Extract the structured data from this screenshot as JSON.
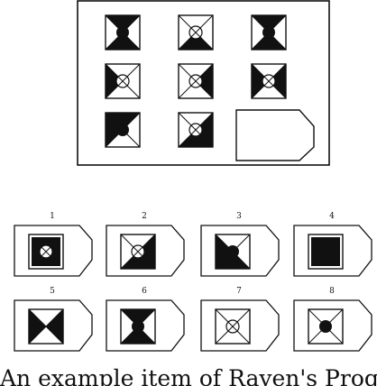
{
  "matrix": {
    "cells": [
      {
        "id": "r1c1",
        "pattern": "vertical-dark-triangles",
        "dot": "solid"
      },
      {
        "id": "r1c2",
        "pattern": "lower-dark-triangle",
        "dot": "ring"
      },
      {
        "id": "r1c3",
        "pattern": "vertical-dark-triangles-heavy",
        "dot": "solid"
      },
      {
        "id": "r2c1",
        "pattern": "left-dark-triangle",
        "dot": "ring"
      },
      {
        "id": "r2c2",
        "pattern": "right-dark-triangle",
        "dot": "ring"
      },
      {
        "id": "r2c3",
        "pattern": "left-right-dark-triangles",
        "dot": "ring"
      },
      {
        "id": "r3c1",
        "pattern": "upper-left-half-dark",
        "dot": "solid"
      },
      {
        "id": "r3c2",
        "pattern": "lower-right-half-dark",
        "dot": "ring"
      },
      {
        "id": "r3c3",
        "pattern": "blank-answer-slot",
        "dot": "none"
      }
    ]
  },
  "options": [
    {
      "label": "1",
      "pattern": "full-dark",
      "dot": "ring"
    },
    {
      "label": "2",
      "pattern": "diagonal-half-dark",
      "dot": "ring"
    },
    {
      "label": "3",
      "pattern": "left-and-bottom-dark",
      "dot": "solid"
    },
    {
      "label": "4",
      "pattern": "full-dark",
      "dot": "none"
    },
    {
      "label": "5",
      "pattern": "left-right-dark-triangles",
      "dot": "none"
    },
    {
      "label": "6",
      "pattern": "vertical-dark-triangles",
      "dot": "solid"
    },
    {
      "label": "7",
      "pattern": "empty-with-diagonals",
      "dot": "ring"
    },
    {
      "label": "8",
      "pattern": "empty-with-diagonals",
      "dot": "solid"
    }
  ],
  "caption": "An example item of Raven's Progressive Matrices"
}
